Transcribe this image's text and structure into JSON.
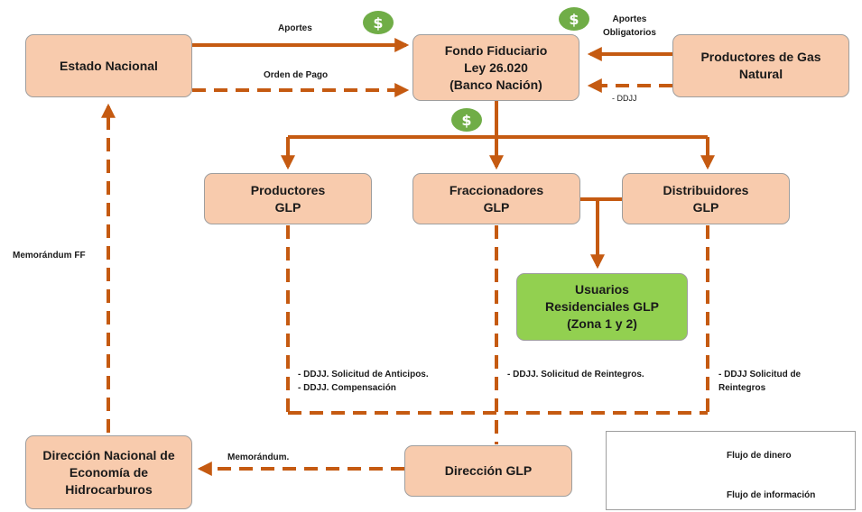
{
  "nodes": {
    "estado": "Estado Nacional",
    "fondo": "Fondo Fiduciario\nLey 26.020\n(Banco Nación)",
    "productores_gas": "Productores de Gas\nNatural",
    "productores_glp": "Productores\nGLP",
    "fraccionadores": "Fraccionadores\nGLP",
    "distribuidores": "Distribuidores\nGLP",
    "usuarios": "Usuarios\nResidenciales GLP\n(Zona 1 y 2)",
    "direccion_nacional": "Dirección Nacional de\nEconomía de\nHidrocarburos",
    "direccion_glp": "Dirección GLP"
  },
  "labels": {
    "aportes": "Aportes",
    "aportes_obligatorios": "Aportes\nObligatorios",
    "orden_pago": "Orden de Pago",
    "ddjj": "- DDJJ",
    "memorandum_ff": "Memorándum FF",
    "memorandum": "Memorándum.",
    "productores_info": "- DDJJ.  Solicitud de Anticipos.\n- DDJJ.  Compensación",
    "fraccionadores_info": "- DDJJ.  Solicitud de Reintegros.",
    "distribuidores_info": "- DDJJ  Solicitud de\nReintegros"
  },
  "coin_symbol": "$",
  "legend": {
    "money_flow": "Flujo de dinero",
    "info_flow": "Flujo de información"
  },
  "colors": {
    "arrow": "#c55a11",
    "box_fill": "#f8cbad",
    "highlight_fill": "#92d050",
    "coin": "#70ad47"
  }
}
